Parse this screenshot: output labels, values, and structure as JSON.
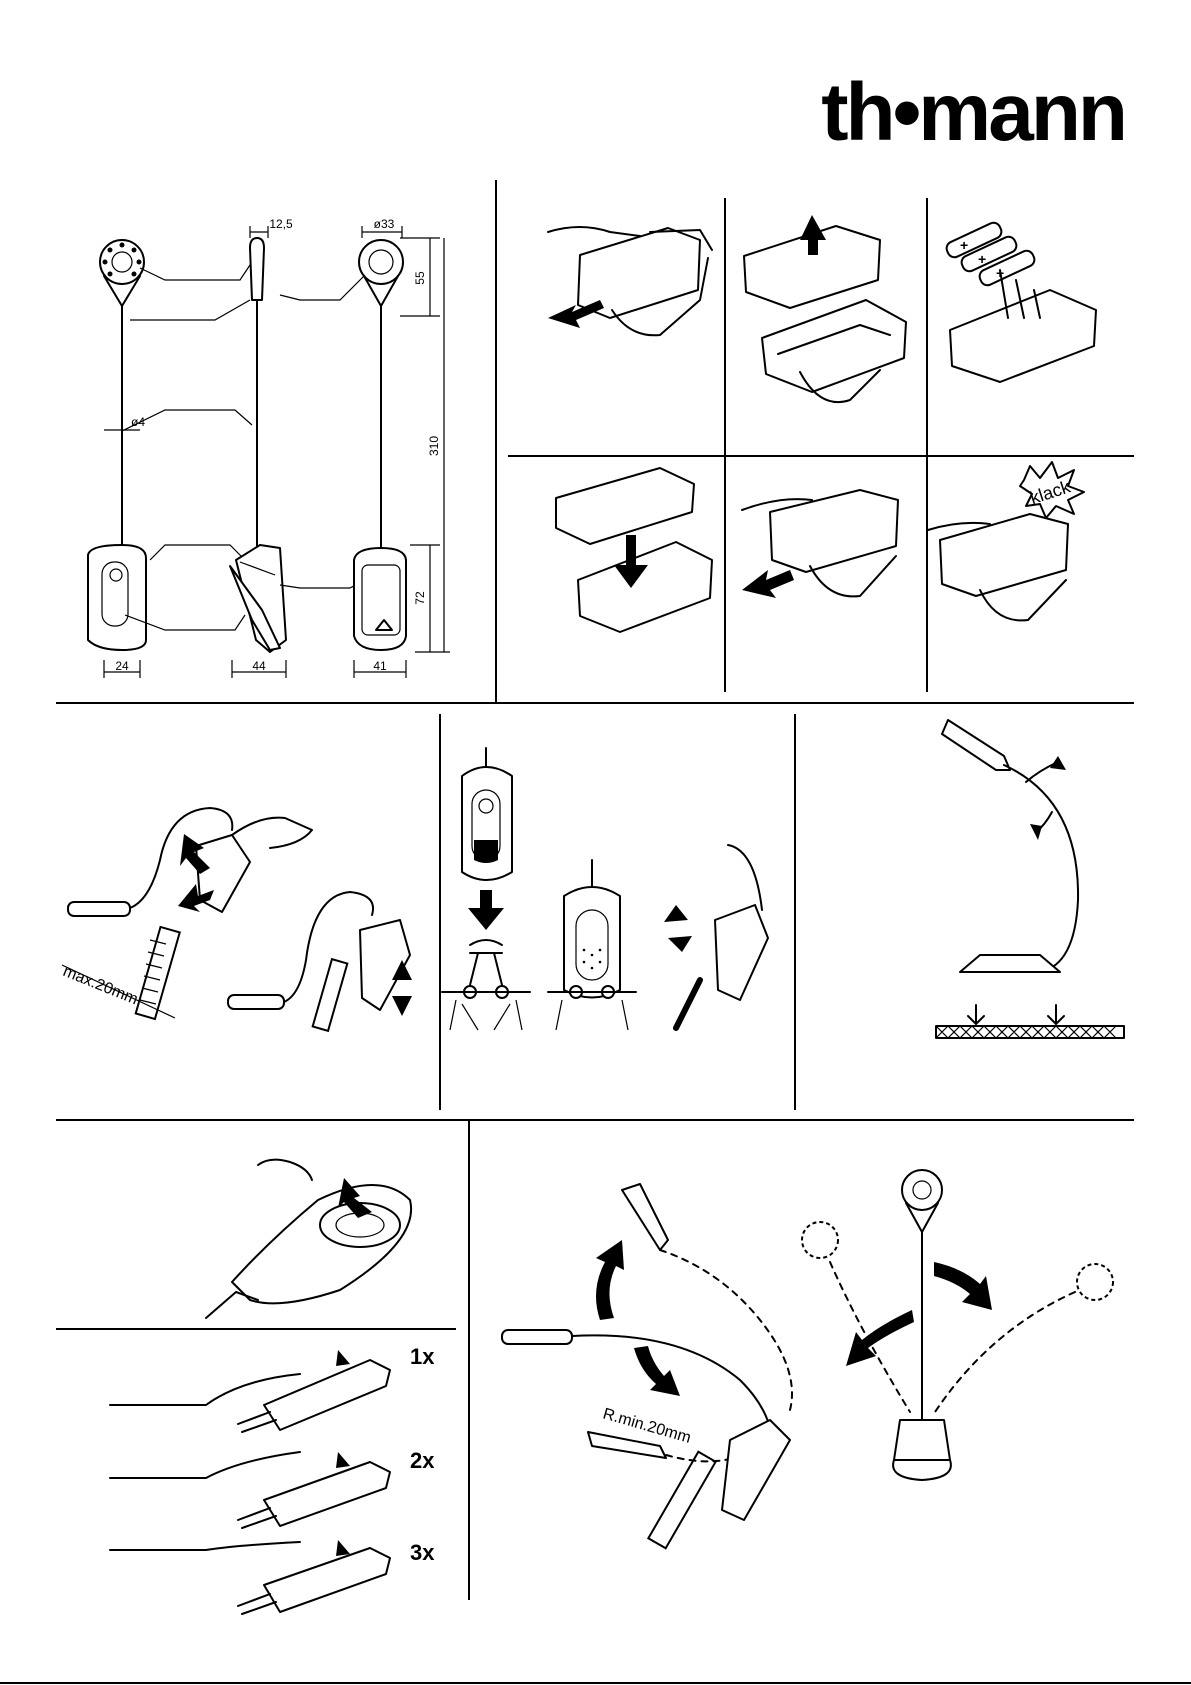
{
  "brand": {
    "logo": "th•mann"
  },
  "dimensions": {
    "width_top": "12,5",
    "diameter_head": "ø33",
    "height_head": "55",
    "diameter_neck": "ø4",
    "total_length": "310",
    "clip_height": "72",
    "base_width_front": "24",
    "base_width_side": "44",
    "base_width_back": "41"
  },
  "battery_steps": {
    "klack": "klack"
  },
  "clip_section": {
    "max_thickness": "max.20mm"
  },
  "switch_section": {
    "press_1": "1x",
    "press_2": "2x",
    "press_3": "3x"
  },
  "bend_section": {
    "min_radius": "R.min.20mm"
  },
  "colors": {
    "ink": "#000000",
    "paper": "#ffffff"
  }
}
